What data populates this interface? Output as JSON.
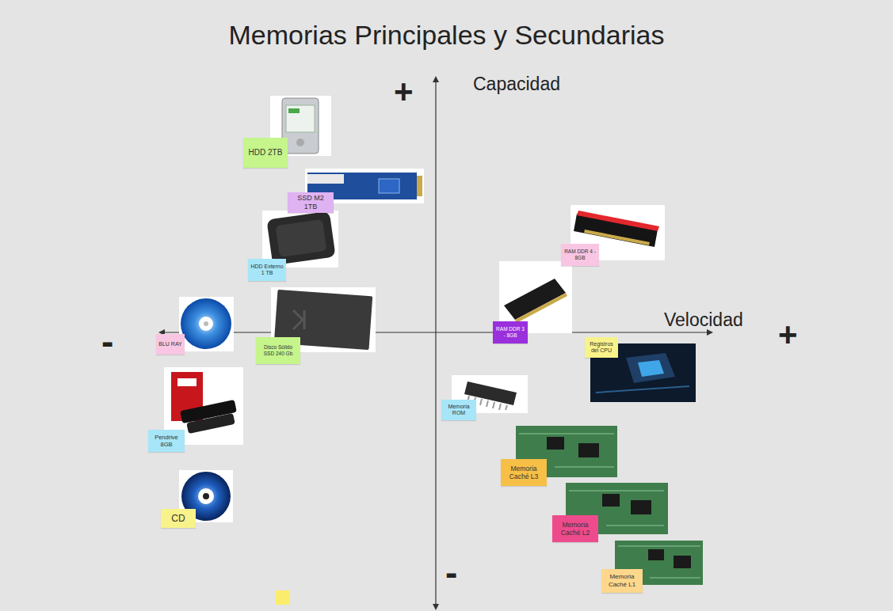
{
  "diagram": {
    "title": "Memorias Principales y Secundarias",
    "nodes": [
      {
        "text": [
          "HDD 2TB"
        ]
      },
      {
        "text": [
          "SSD M2 1TB"
        ]
      },
      {
        "text": [
          "RAM DDR 4 - 8GB"
        ]
      },
      {
        "text": [
          "HDD Externo 1 TB"
        ]
      },
      {
        "text": [
          "RAM DDR 3 - 8GB"
        ]
      },
      {
        "text": [
          "BLU RAY"
        ]
      },
      {
        "text": [
          "Disco Sólido SSD 240 Gb"
        ]
      },
      {
        "text": [
          "Registros del CPU"
        ]
      },
      {
        "text": [
          "Memoria ROM"
        ]
      },
      {
        "text": [
          "Pendrive 8GB"
        ]
      },
      {
        "text": [
          "Memoria Caché L3"
        ]
      },
      {
        "text": [
          "CD"
        ]
      },
      {
        "text": [
          "Memoria Caché L2"
        ]
      },
      {
        "text": [
          "Memoria Caché L1"
        ]
      }
    ],
    "labels": [
      "+",
      "Capacidad",
      "Velocidad",
      "+",
      "-",
      "-"
    ]
  }
}
